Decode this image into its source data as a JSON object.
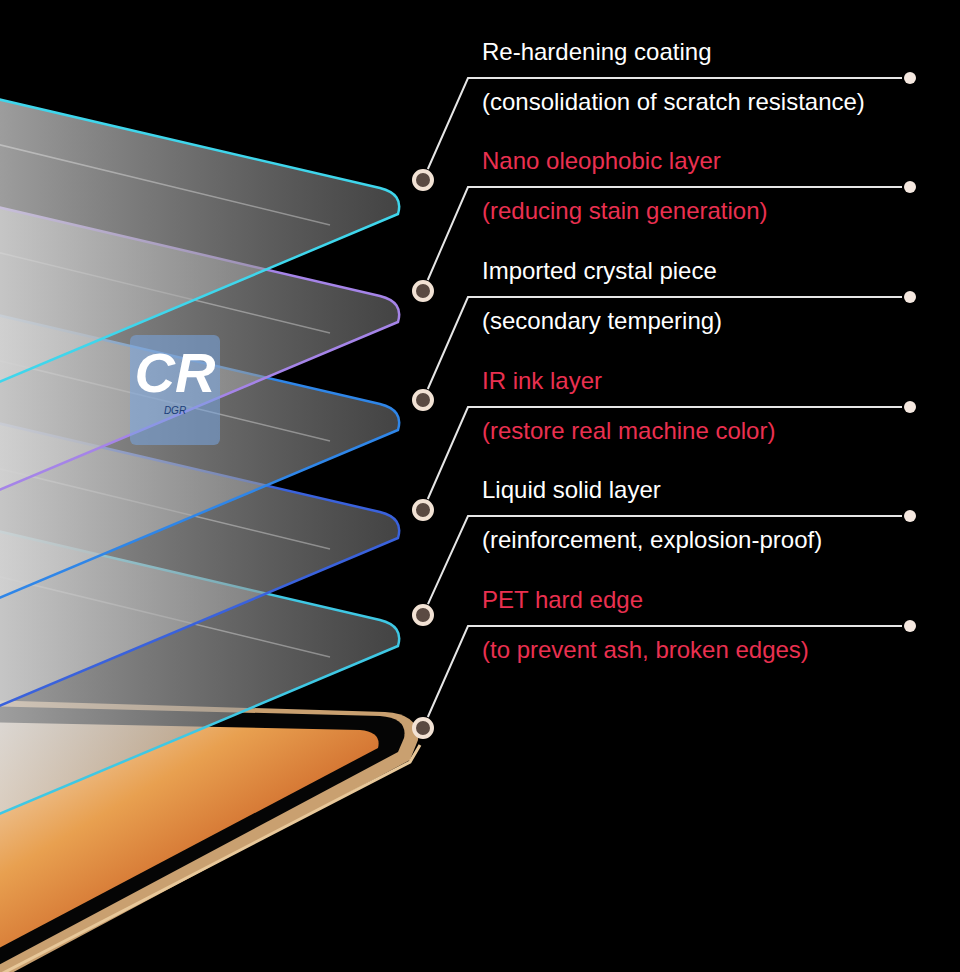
{
  "diagram": {
    "labels": [
      "Re-hardening coating",
      "(consolidation of scratch resistance)",
      "Nano oleophobic layer",
      "(reducing stain generation)",
      "Imported crystal piece",
      "(secondary tempering)",
      "IR ink layer",
      "(restore real machine color)",
      "Liquid solid layer",
      "(reinforcement, explosion-proof)",
      "PET hard edge",
      "(to prevent ash, broken edges)",
      "CR",
      "DGR"
    ]
  }
}
